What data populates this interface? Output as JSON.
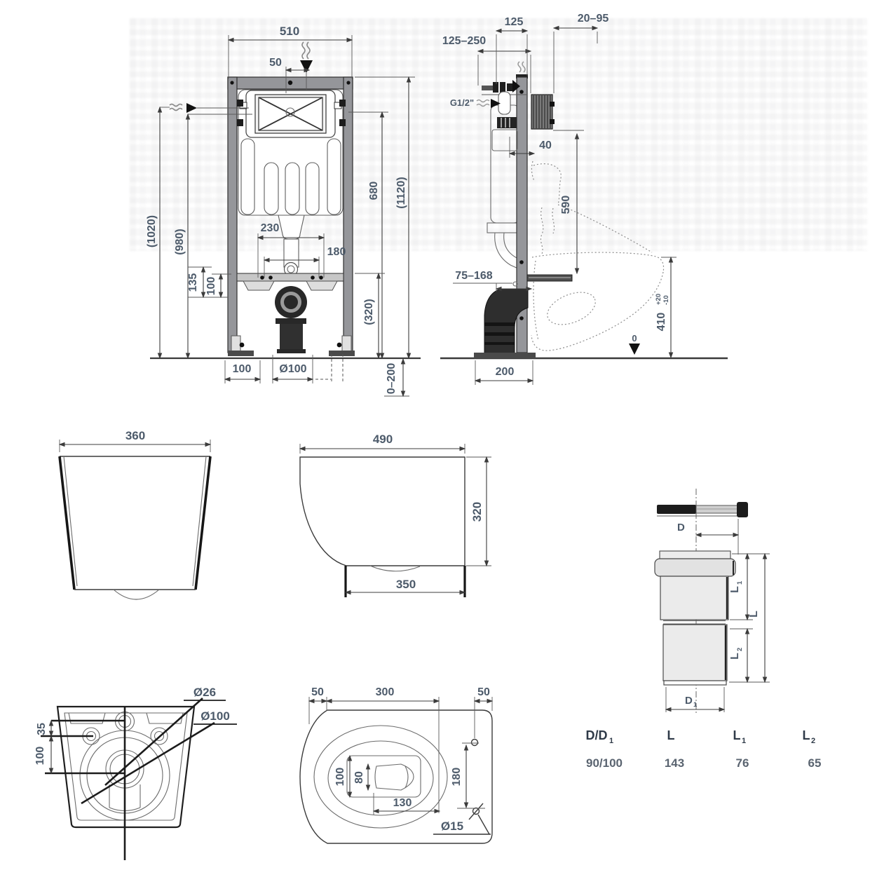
{
  "frame_front": {
    "w510": "510",
    "w50": "50",
    "h1020": "(1020)",
    "h980": "(980)",
    "h680": "680",
    "h1120": "(1120)",
    "w230": "230",
    "w180": "180",
    "h135": "135",
    "h100": "100",
    "h320": "(320)",
    "foot100": "100",
    "drain_dia": "Ø100",
    "range0200": "0–200"
  },
  "frame_side": {
    "r125_250": "125–250",
    "w125": "125",
    "r20_95": "20–95",
    "inlet": "G1/2\"",
    "w40": "40",
    "h590": "590",
    "r75_168": "75–168",
    "h410": "410",
    "tol_plus": "+20",
    "tol_minus": "-10",
    "zero": "0",
    "w200": "200"
  },
  "bowl_front": {
    "w360": "360"
  },
  "bowl_side": {
    "w490": "490",
    "h320": "320",
    "w350": "350"
  },
  "bowl_back": {
    "dia26": "Ø26",
    "dia100": "Ø100",
    "h35": "35",
    "h100": "100"
  },
  "bowl_top": {
    "w50_left": "50",
    "w300": "300",
    "w50_right": "50",
    "h100": "100",
    "h80": "80",
    "w130": "130",
    "h180": "180",
    "dia15": "Ø15"
  },
  "pipe": {
    "d": "D",
    "d1": "D",
    "d1_sub": "1",
    "l1": "L",
    "l1_sub": "1",
    "l": "L",
    "l2": "L",
    "l2_sub": "2",
    "table": {
      "h_dd1": "D/D",
      "h_dd1_sub": "1",
      "h_l": "L",
      "h_l1": "L",
      "h_l1_sub": "1",
      "h_l2": "L",
      "h_l2_sub": "2",
      "v_dd1": "90/100",
      "v_l": "143",
      "v_l1": "76",
      "v_l2": "65"
    }
  }
}
